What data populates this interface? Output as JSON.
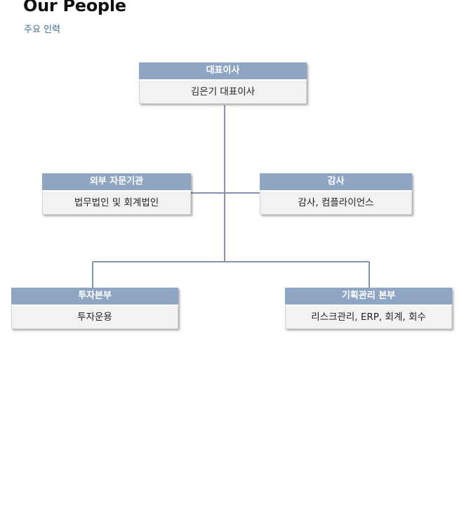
{
  "header": {
    "title": "Our People",
    "subtitle": "주요 인력"
  },
  "org_chart": {
    "ceo": {
      "title": "대표이사",
      "detail": "김은기 대표이사"
    },
    "advisory": {
      "title": "외부 자문기관",
      "detail": "법무법인 및 회계법인"
    },
    "audit": {
      "title": "감사",
      "detail": "감사, 컴플라이언스"
    },
    "investment": {
      "title": "투자본부",
      "detail": "투자운용"
    },
    "planning": {
      "title": "기획관리 본부",
      "detail": "리스크관리, ERP, 회계, 회수"
    }
  },
  "colors": {
    "header_fill": "#8ea6c3",
    "body_fill": "#f2f2f2",
    "connector": "#8396ac",
    "subtitle": "#3f6c9a"
  }
}
